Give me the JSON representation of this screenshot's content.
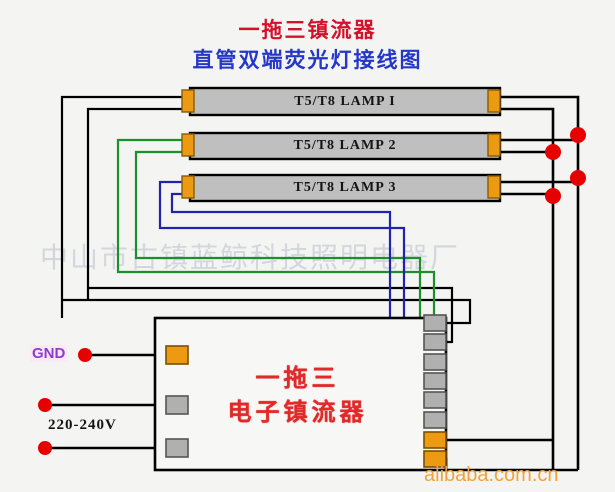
{
  "title": {
    "line1": "一拖三镇流器",
    "line2": "直管双端荧光灯接线图",
    "color1": "#d4102a",
    "color2": "#2437c8"
  },
  "lamps": [
    {
      "label": "T5/T8 LAMP I",
      "wire_color_name": "black",
      "wire_color": "#000000"
    },
    {
      "label": "T5/T8 LAMP 2",
      "wire_color_name": "green",
      "wire_color": "#1a8f2a"
    },
    {
      "label": "T5/T8 LAMP 3",
      "wire_color_name": "blue",
      "wire_color": "#2222aa"
    }
  ],
  "ballast": {
    "line1": "一拖三",
    "line2": "电子镇流器",
    "color": "#e02a2a",
    "left_terminals": [
      {
        "name": "ground-terminal",
        "color": "#eb9a12"
      },
      {
        "name": "line-terminal",
        "color": "#b0b0b0"
      },
      {
        "name": "neutral-terminal",
        "color": "#b0b0b0"
      }
    ],
    "right_terminals": [
      {
        "name": "lamp1-out-a",
        "color": "#b0b0b0"
      },
      {
        "name": "lamp1-out-b",
        "color": "#b0b0b0"
      },
      {
        "name": "lamp2-out-a",
        "color": "#b0b0b0"
      },
      {
        "name": "lamp2-out-b",
        "color": "#b0b0b0"
      },
      {
        "name": "lamp3-out-a",
        "color": "#b0b0b0"
      },
      {
        "name": "lamp3-out-b",
        "color": "#b0b0b0"
      },
      {
        "name": "common-bus-a",
        "color": "#eb9a12"
      },
      {
        "name": "common-bus-b",
        "color": "#eb9a12"
      }
    ]
  },
  "power": {
    "gnd_label": "GND",
    "gnd_color": "#8e3bd0",
    "voltage_label": "220-240V",
    "terminal_dot_color": "#e60000"
  },
  "junctions": {
    "dot_color": "#e60000",
    "count": 4
  },
  "watermarks": {
    "company": "中山市古镇蓝鲸科技照明电器厂",
    "site": "alibaba.com.cn",
    "site_color": "#f3a13a"
  },
  "colors": {
    "background": "#f4f4f2",
    "lamp_body": "#bfbfbf",
    "lamp_cap": "#eb9a12",
    "wire_black": "#000000",
    "wire_green": "#1a8f2a",
    "wire_blue": "#2222aa"
  }
}
